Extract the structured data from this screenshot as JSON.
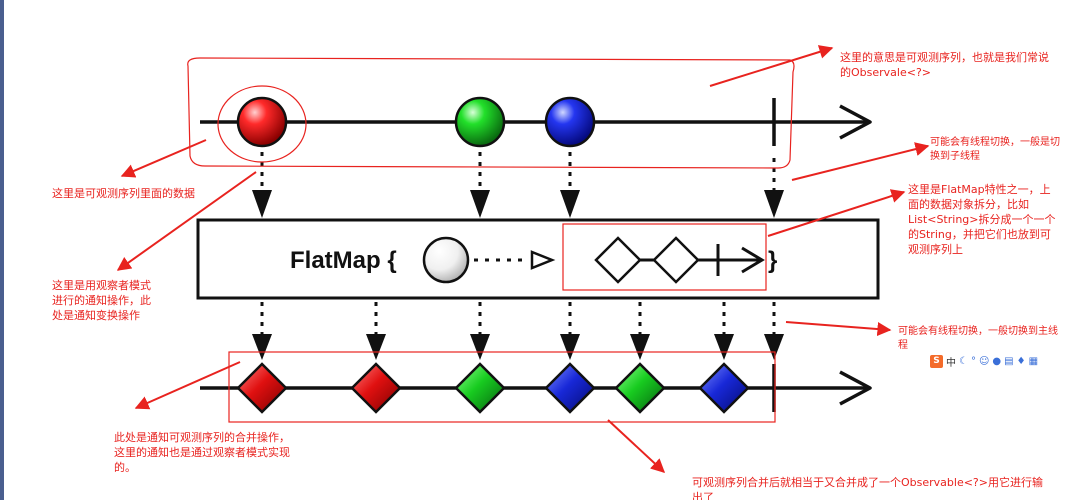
{
  "colors": {
    "annotation": "#e8231f",
    "timeline": "#111111",
    "red": "#e01515",
    "green": "#14c81e",
    "blue": "#1428d8",
    "white_marble": "#f4f4f4",
    "ime_logo": "#f46b2a"
  },
  "diagram": {
    "operator_label": "FlatMap {",
    "operator_close": "}",
    "input_items": [
      "red",
      "green",
      "blue"
    ],
    "output_items": [
      "red",
      "red",
      "green",
      "blue",
      "green",
      "blue"
    ]
  },
  "annotations": {
    "observable_sequence": "这里的意思是可观测序列，也就是我们常说\n的Observale<?>",
    "sequence_data": "这里是可观测序列里面的数据",
    "thread_switch_child": "可能会有线程切换，一般是切\n换到子线程",
    "flatmap_feature": "这里是FlatMap特性之一，上\n面的数据对象拆分，比如\nList<String>拆分成一个一个\n的String，并把它们也放到可\n观测序列上",
    "observer_notify": "这里是用观察者模式\n进行的通知操作，此\n处是通知变换操作",
    "thread_switch_main": "可能会有线程切换，一般切换到主线\n程",
    "merge_notify": "此处是通知可观测序列的合并操作，\n这里的通知也是通过观察者模式实现\n的。",
    "merged_result": "可观测序列合并后就相当于又合并成了一个Observable<?>用它进行输\n出了"
  },
  "ime_toolbar": {
    "logo": "S",
    "label": "中",
    "icons": [
      "moon-icon",
      "punctuation-icon",
      "emoji-icon",
      "mic-icon",
      "keyboard-icon",
      "shirt-icon",
      "grid-icon"
    ]
  }
}
